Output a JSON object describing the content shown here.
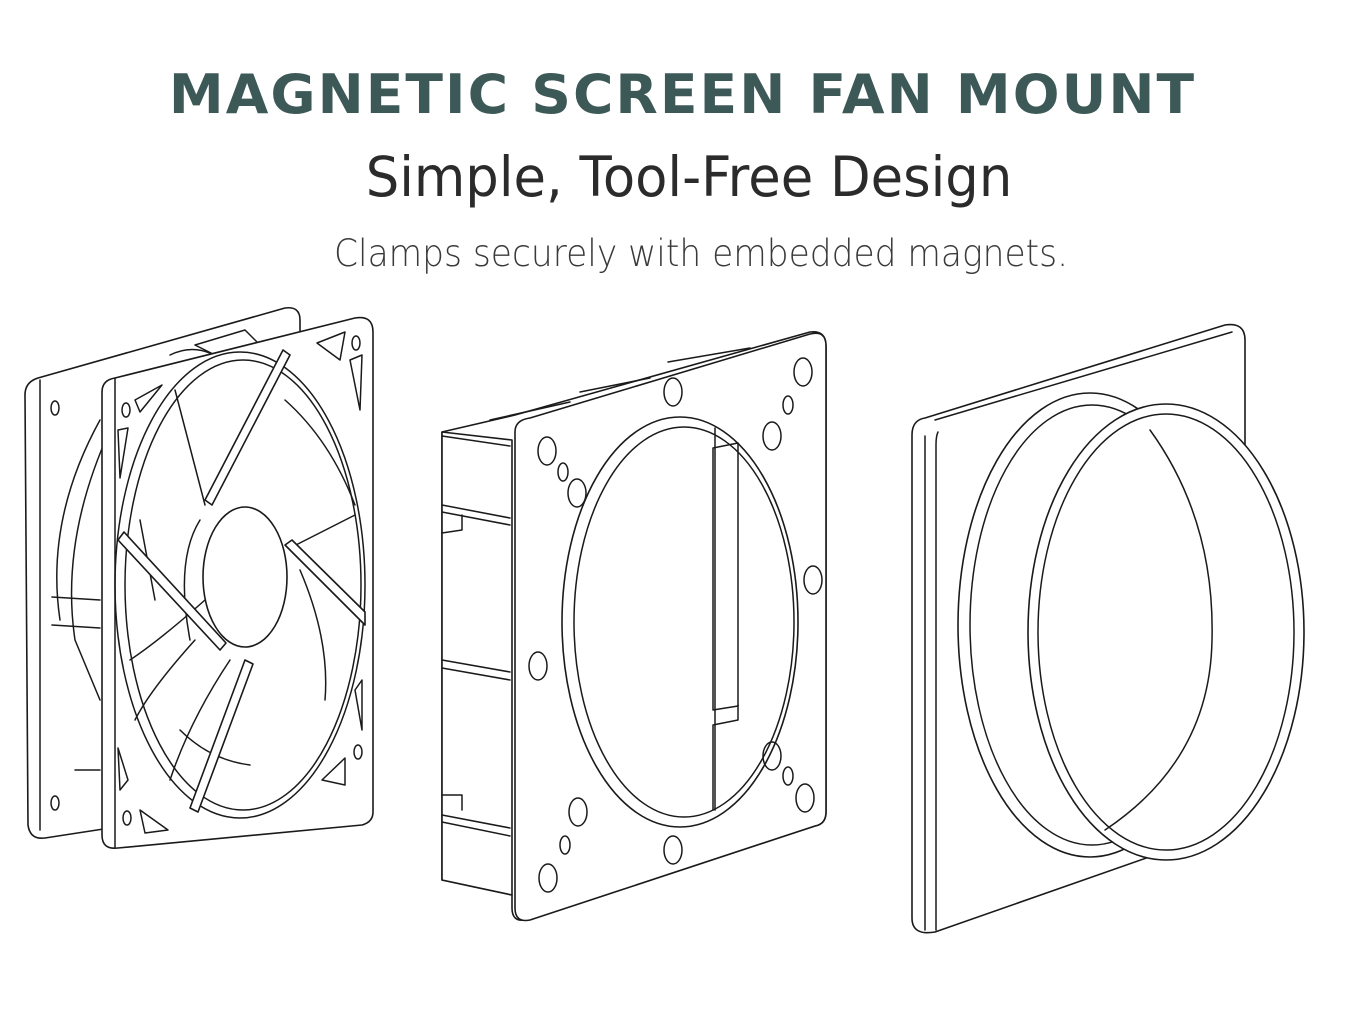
{
  "header": {
    "title": "MAGNETIC SCREEN FAN MOUNT",
    "subtitle": "Simple, Tool-Free Design",
    "tagline": "Clamps securely with embedded magnets."
  },
  "illustration": {
    "parts": [
      {
        "name": "cooling-fan"
      },
      {
        "name": "fan-adapter-frame"
      },
      {
        "name": "magnetic-duct-plate"
      }
    ]
  },
  "colors": {
    "title": "#3d5957",
    "subtitle": "#2b2b2b",
    "tagline": "#3a3a3a",
    "line": "#1a1a1a",
    "background": "#ffffff"
  }
}
